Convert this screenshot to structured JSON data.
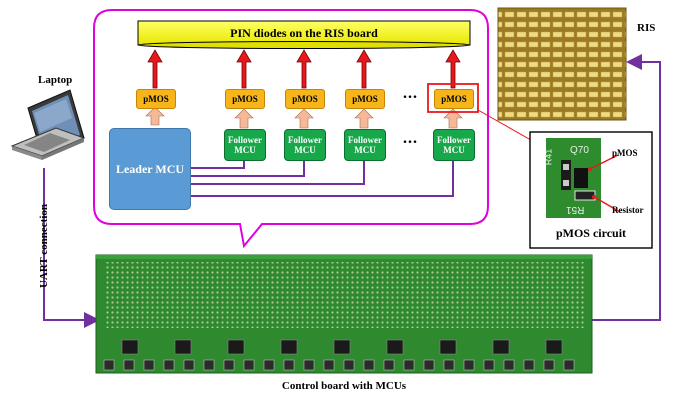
{
  "banner": {
    "text": "PIN diodes on the RIS board"
  },
  "pmos_labels": [
    "pMOS",
    "pMOS",
    "pMOS",
    "pMOS",
    "pMOS"
  ],
  "leader": {
    "label": "Leader MCU"
  },
  "followers": [
    {
      "line1": "Follower",
      "line2": "MCU"
    },
    {
      "line1": "Follower",
      "line2": "MCU"
    },
    {
      "line1": "Follower",
      "line2": "MCU"
    },
    {
      "line1": "Follower",
      "line2": "MCU"
    }
  ],
  "ellipsis": "...",
  "laptop": {
    "label": "Laptop"
  },
  "uart": {
    "label": "UART connection"
  },
  "ris": {
    "label": "RIS"
  },
  "pmos_circuit": {
    "title": "pMOS circuit",
    "callout_pmos": "pMOS",
    "callout_resistor": "Resistor",
    "silk_r41": "R41",
    "silk_q70": "Q70",
    "silk_r51": "R51"
  },
  "board": {
    "label": "Control board with MCUs"
  },
  "colors": {
    "bubble_border": "#e000e0",
    "connector": "#7030a0",
    "red_arrow": "#e8191c",
    "pmos": "#f6b51a",
    "follower": "#17a84a",
    "leader": "#5b9bd5",
    "banner": "#ffff00",
    "pcb": "#2f8a2f"
  }
}
